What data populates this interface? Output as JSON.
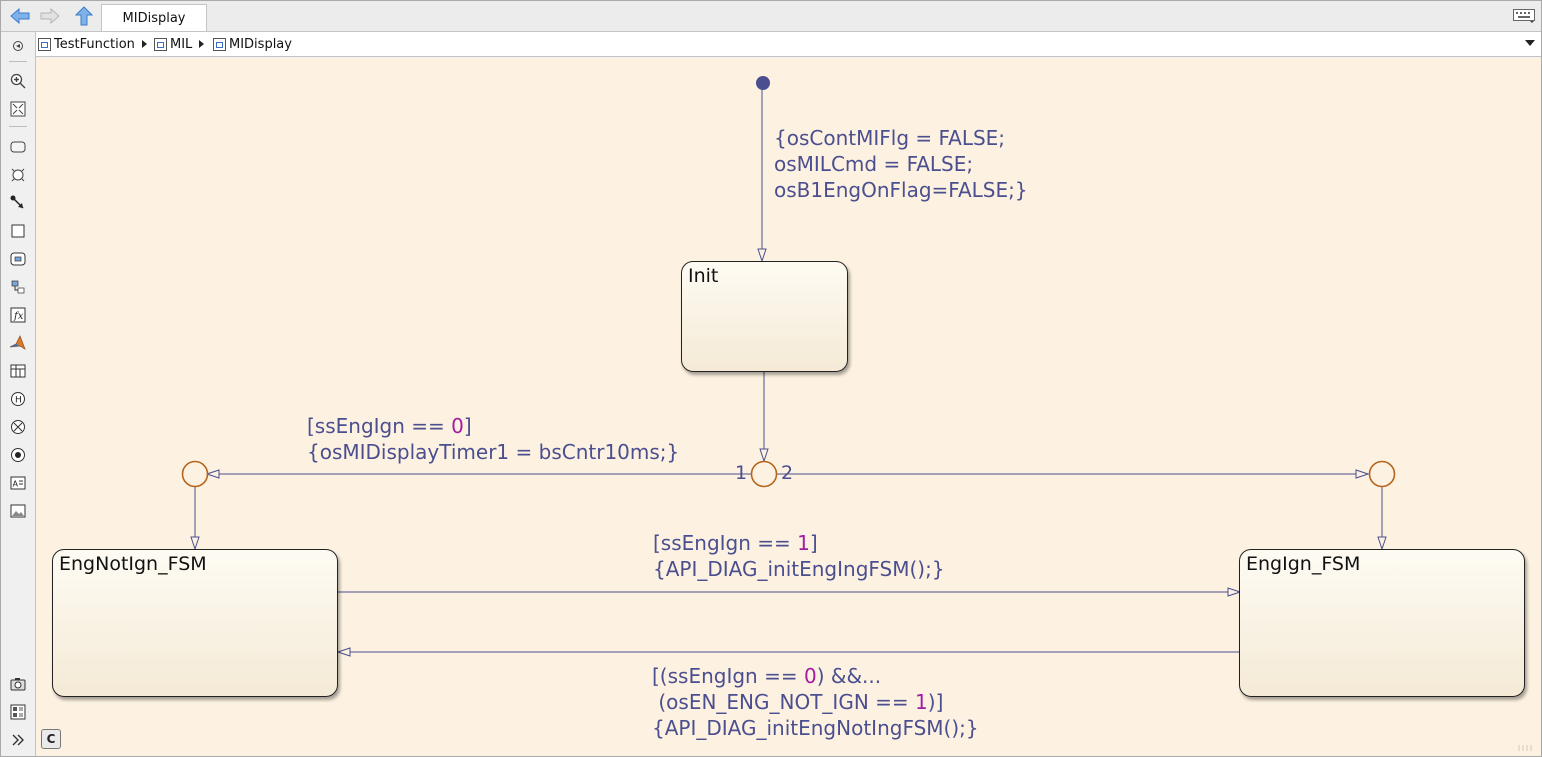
{
  "window": {
    "tab_title": "MIDisplay"
  },
  "toolbar": {
    "back_icon": "back-arrow-icon",
    "forward_icon": "forward-arrow-icon",
    "up_icon": "up-arrow-icon",
    "keyboard_icon": "keyboard-icon"
  },
  "breadcrumb": {
    "items": [
      {
        "label": "TestFunction",
        "icon": "model-icon"
      },
      {
        "label": "MIL",
        "icon": "subsystem-icon"
      },
      {
        "label": "MIDisplay",
        "icon": "chart-icon"
      }
    ]
  },
  "tools": [
    "hide-palette-icon",
    "zoom-in-icon",
    "fit-view-icon",
    "state-icon",
    "junction-icon",
    "default-transition-icon",
    "box-icon",
    "simulink-state-icon",
    "simulink-function-icon",
    "matlab-function-icon",
    "graphical-function-icon",
    "truth-table-icon",
    "history-junction-icon",
    "exclusive-junction-icon",
    "entry-port-icon",
    "annotation-icon",
    "image-icon",
    "screenshot-icon",
    "explorer-icon",
    "expand-icon"
  ],
  "chart": {
    "default_transition": {
      "action_lines": [
        "{osContMIFlg = FALSE;",
        "osMILCmd = FALSE;",
        "osB1EngOnFlag=FALSE;}"
      ]
    },
    "states": [
      {
        "name": "Init"
      },
      {
        "name": "EngNotIgn_FSM"
      },
      {
        "name": "EngIgn_FSM"
      }
    ],
    "junction_priorities": [
      "1",
      "2"
    ],
    "left_transition": {
      "condition_prefix": "[ssEngIgn == ",
      "condition_value": "0",
      "condition_suffix": "]",
      "action": "{osMIDisplayTimer1 = bsCntr10ms;}"
    },
    "to_ign_transition": {
      "condition_prefix": "[ssEngIgn == ",
      "condition_value": "1",
      "condition_suffix": "]",
      "action": "{API_DIAG_initEngIngFSM();}"
    },
    "to_notign_transition": {
      "line1_prefix": "[(ssEngIgn == ",
      "line1_value": "0",
      "line1_suffix": ") &&...",
      "line2_prefix": " (osEN_ENG_NOT_IGN == ",
      "line2_value": "1",
      "line2_suffix": ")]",
      "action": "{API_DIAG_initEngNotIngFSM();}"
    },
    "badge": "C"
  },
  "colors": {
    "canvas": "#fdf2e1",
    "label": "#4b4f8f",
    "number": "#a31ca3",
    "junction": "#b5651d",
    "default_dot": "#4b4f8f"
  }
}
